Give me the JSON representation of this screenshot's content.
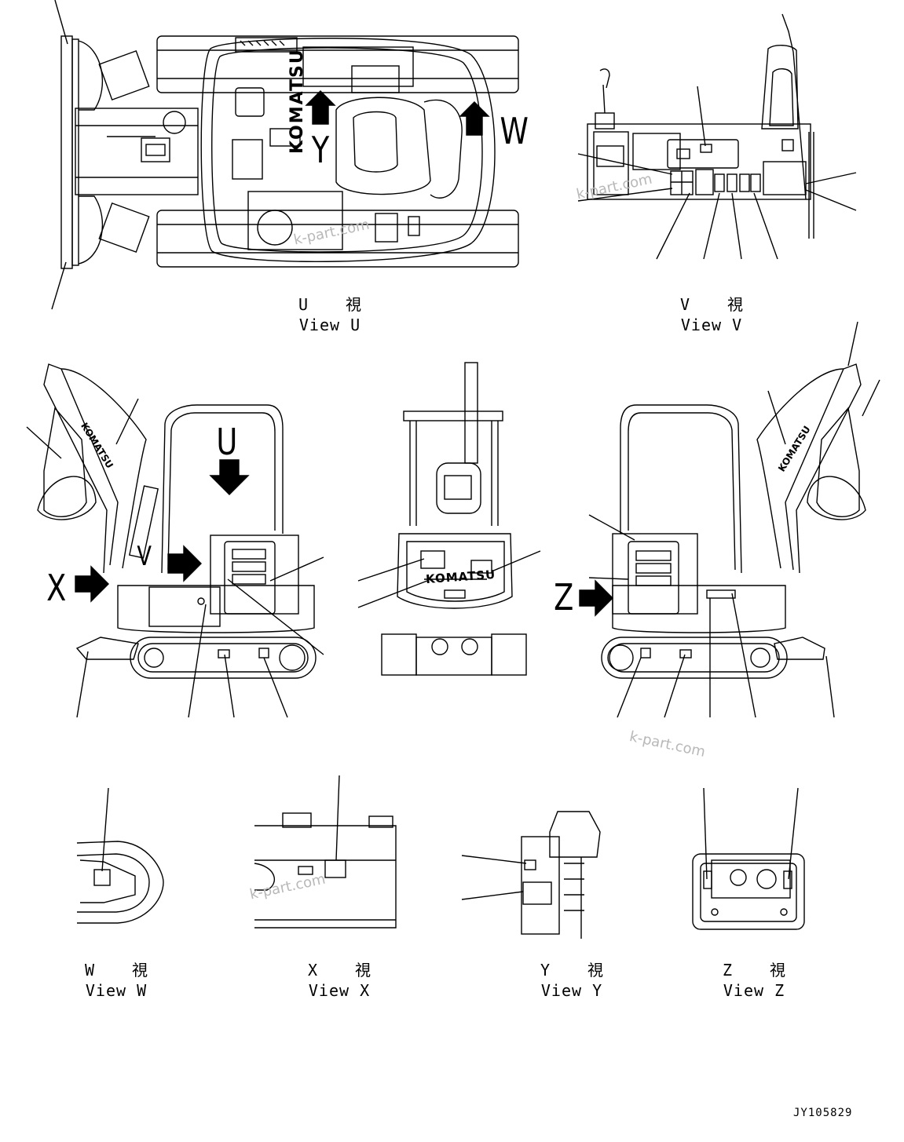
{
  "views": {
    "u": {
      "jp": "U 視",
      "en": "View U"
    },
    "v": {
      "jp": "V 視",
      "en": "View V"
    },
    "w": {
      "jp": "W 視",
      "en": "View W"
    },
    "x": {
      "jp": "X 視",
      "en": "View X"
    },
    "y": {
      "jp": "Y 視",
      "en": "View Y"
    },
    "z": {
      "jp": "Z 視",
      "en": "View Z"
    }
  },
  "markers": {
    "u": "U",
    "v": "V",
    "w": "W",
    "x": "X",
    "y": "Y",
    "z": "Z"
  },
  "brand": "KOMATSU",
  "watermark": "k-part.com",
  "doc_number": "JY105829"
}
